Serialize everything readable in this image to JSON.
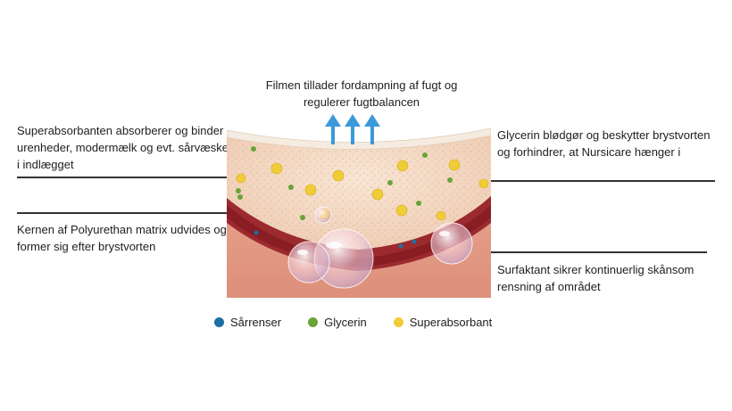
{
  "top_caption": "Filmen tillader fordampning af fugt og regulerer fugtbalancen",
  "labels": {
    "superabsorbant": "Superabsorbanten absorberer og binder urenheder, modermælk og evt. sårvæske i indlægget",
    "core": "Kernen af Polyurethan matrix udvides og former sig efter brystvorten",
    "glycerin": "Glycerin blødgør og beskytter brystvorten og forhindrer, at Nursicare hænger i",
    "surfactant": "Surfaktant sikrer kontinuerlig skånsom rensning af området"
  },
  "legend": [
    {
      "label": "Sårrenser",
      "color": "#1e6fa3"
    },
    {
      "label": "Glycerin",
      "color": "#6aa337"
    },
    {
      "label": "Superabsorbant",
      "color": "#f0cc36"
    }
  ],
  "colors": {
    "arrow": "#3a9ad9",
    "foam": "#f4dcc8",
    "skin_dark": "#8e1b22",
    "skin": "#e8a48e"
  }
}
